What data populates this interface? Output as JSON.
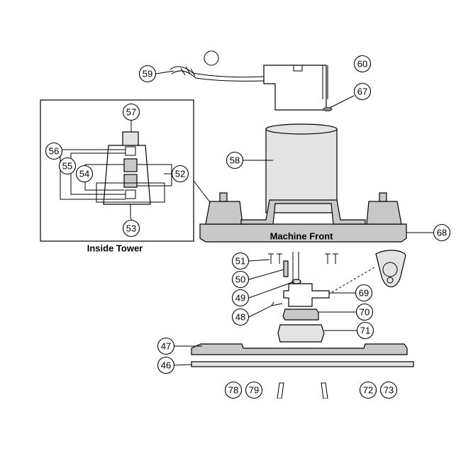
{
  "labels": {
    "machine_front": "Machine Front",
    "inside_tower": "Inside Tower"
  },
  "callouts": [
    {
      "id": "59",
      "text": "59"
    },
    {
      "id": "60",
      "text": "60"
    },
    {
      "id": "67",
      "text": "67"
    },
    {
      "id": "57",
      "text": "57"
    },
    {
      "id": "56",
      "text": "56"
    },
    {
      "id": "55",
      "text": "55"
    },
    {
      "id": "54",
      "text": "54"
    },
    {
      "id": "52",
      "text": "52"
    },
    {
      "id": "53",
      "text": "53"
    },
    {
      "id": "58",
      "text": "58"
    },
    {
      "id": "68",
      "text": "68"
    },
    {
      "id": "51",
      "text": "51"
    },
    {
      "id": "50",
      "text": "50"
    },
    {
      "id": "49",
      "text": "49"
    },
    {
      "id": "48",
      "text": "48"
    },
    {
      "id": "69",
      "text": "69"
    },
    {
      "id": "70",
      "text": "70"
    },
    {
      "id": "71",
      "text": "71"
    },
    {
      "id": "47",
      "text": "47"
    },
    {
      "id": "46",
      "text": "46"
    },
    {
      "id": "78",
      "text": "78"
    },
    {
      "id": "79",
      "text": "79"
    },
    {
      "id": "72",
      "text": "72"
    },
    {
      "id": "73",
      "text": "73"
    }
  ]
}
